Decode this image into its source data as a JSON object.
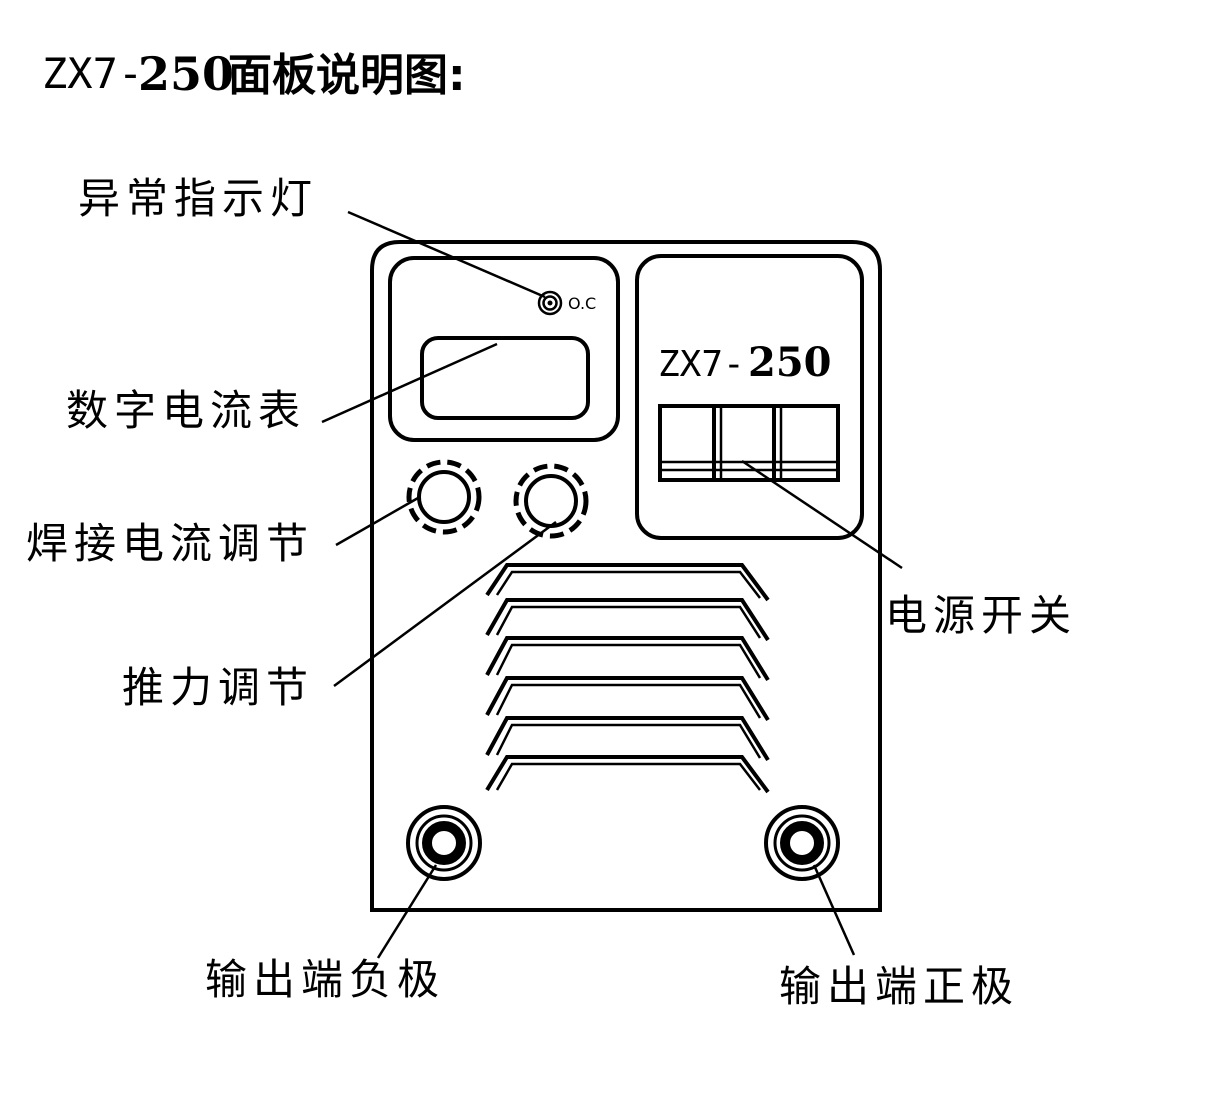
{
  "title": {
    "prefix": "ZX7-",
    "number": "250",
    "text": "面板说明图:"
  },
  "panel": {
    "indicator_label": "O.C",
    "model_prefix": "ZX7-",
    "model_number": "250"
  },
  "callouts": {
    "fault_indicator": "异常指示灯",
    "digital_ammeter": "数字电流表",
    "welding_current_adjust": "焊接电流调节",
    "arc_force_adjust": "推力调节",
    "power_switch": "电源开关",
    "output_negative": "输出端负极",
    "output_positive": "输出端正极"
  }
}
